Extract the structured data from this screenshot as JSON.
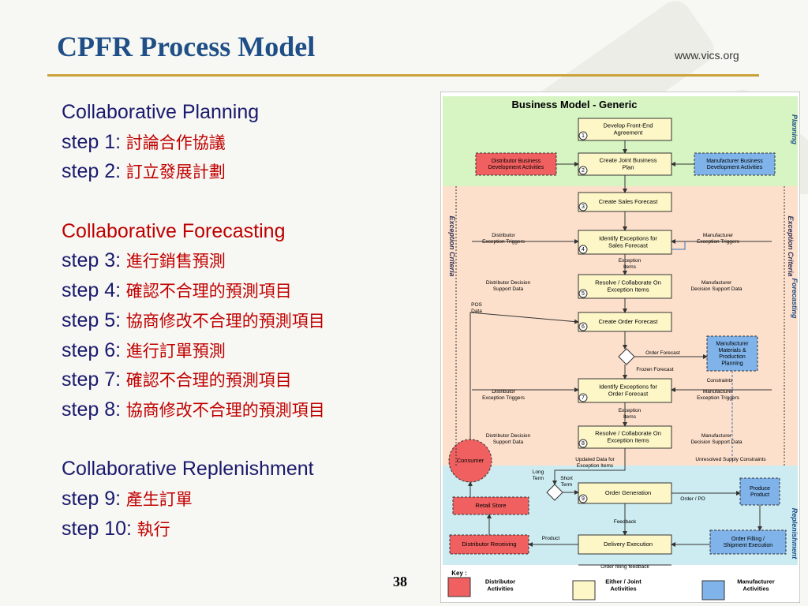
{
  "header": {
    "title": "CPFR Process Model",
    "url": "www.vics.org"
  },
  "steps": [
    {
      "kind": "heading",
      "text": "Collaborative Planning"
    },
    {
      "kind": "step",
      "label": "step 1:",
      "text": "討論合作協議"
    },
    {
      "kind": "step",
      "label": "step 2:",
      "text": "訂立發展計劃"
    },
    {
      "kind": "blank"
    },
    {
      "kind": "heading-red",
      "text": "Collaborative Forecasting"
    },
    {
      "kind": "step",
      "label": "step 3:",
      "text": "進行銷售預測"
    },
    {
      "kind": "step",
      "label": "step 4:",
      "text": "確認不合理的預測項目"
    },
    {
      "kind": "step",
      "label": "step 5:",
      "text": "協商修改不合理的預測項目"
    },
    {
      "kind": "step",
      "label": "step 6:",
      "text": "進行訂單預測"
    },
    {
      "kind": "step",
      "label": "step 7:",
      "text": "確認不合理的預測項目"
    },
    {
      "kind": "step",
      "label": "step 8:",
      "text": "協商修改不合理的預測項目"
    },
    {
      "kind": "blank"
    },
    {
      "kind": "heading",
      "text": "Collaborative Replenishment"
    },
    {
      "kind": "step",
      "label": "step 9:",
      "text": "產生訂單"
    },
    {
      "kind": "step",
      "label": "step 10:",
      "text": "執行"
    }
  ],
  "page_number": "38",
  "diagram": {
    "title": "Business Model - Generic",
    "colors": {
      "planning_band": "#d6f5c3",
      "forecasting_band": "#fde0cc",
      "replenishment_band": "#ccecf2",
      "distributor": "#f06060",
      "joint": "#fdf7c8",
      "manufacturer": "#7fb3ea"
    },
    "bands": {
      "planning": "Planning",
      "forecasting": "Forecasting",
      "replenishment": "Replenishment",
      "exception_criteria": "Exception Criteria"
    },
    "process_boxes": {
      "b1": "Develop Front-End|Agreement",
      "b2": "Create Joint Business|Plan",
      "b3": "Create Sales Forecast",
      "b4": "Identify Exceptions for|Sales Forecast",
      "b5": "Resolve / Collaborate On|Exception Items",
      "b6": "Create Order Forecast",
      "b7": "Identify Exceptions for|Order Forecast",
      "b8": "Resolve / Collaborate On|Exception Items",
      "b9": "Order Generation",
      "b10": "Delivery Execution"
    },
    "step_numbers": [
      "1",
      "2",
      "3",
      "4",
      "5",
      "6",
      "7",
      "8",
      "9"
    ],
    "side_boxes": {
      "dist_bus_dev": "Distributor Business|Development Activities",
      "mfr_bus_dev": "Manufacturer Business|Development Activities",
      "mfr_materials": "Manufacturer|Materials &|Production|Planning",
      "produce_product": "Produce|Product",
      "consumer": "Consumer",
      "retail_store": "Retail Store",
      "distributor_receiving": "Distributor Receiving",
      "order_filling": "Order Filling /|Shipment Execution"
    },
    "labels": {
      "dist_exc_trig_1": "Distributor|Exception Triggers",
      "mfr_exc_trig_1": "Manufacturer|Exception Triggers",
      "exception_items_1": "Exception|Items",
      "dist_decision_1": "Distributor Decision|Support Data",
      "mfr_decision_1": "Manufacturer|Decision Support Data",
      "pos_data": "POS|Data",
      "order_forecast": "Order Forecast",
      "frozen_forecast": "Frozen Forecast",
      "constraints": "Constraints",
      "dist_exc_trig_2": "Distributor|Exception Triggers",
      "mfr_exc_trig_2": "Manufacturer|Exception Triggers",
      "exception_items_2": "Exception|Items",
      "dist_decision_2": "Distributor Decision|Support Data",
      "mfr_decision_2": "Manufacturer|Decision Support Data",
      "unresolved": "Unresolved Supply Constraints",
      "updated_data": "Updated Data for|Exception Items",
      "long_term": "Long|Term",
      "short_term": "Short|Term",
      "order_po": "Order / PO",
      "feedback": "Feedback",
      "product": "Product",
      "order_filling_feedback": "Order filling feedback"
    },
    "key": {
      "title": "Key :",
      "distributor": "Distributor|Activities",
      "joint": "Either / Joint|Activities",
      "manufacturer": "Manufacturer|Activities"
    }
  }
}
